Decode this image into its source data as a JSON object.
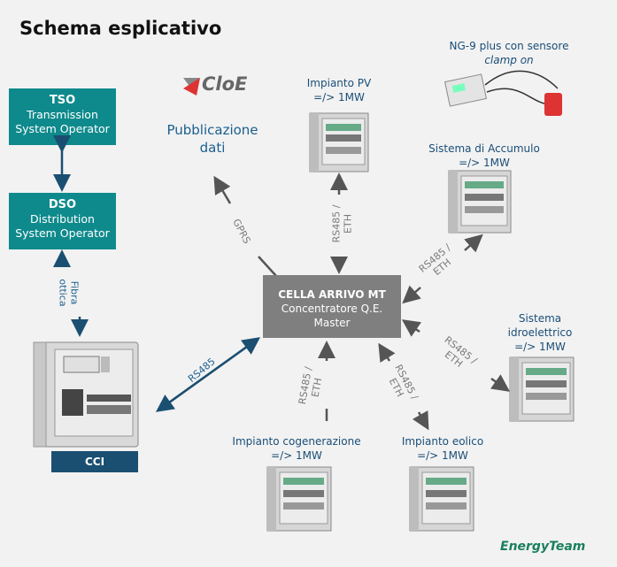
{
  "title": "Schema esplicativo",
  "tso": {
    "abbr": "TSO",
    "line1": "Transmission",
    "line2": "System Operator"
  },
  "dso": {
    "abbr": "DSO",
    "line1": "Distribution",
    "line2": "System Operator"
  },
  "fibra": {
    "line1": "Fibra",
    "line2": "ottica"
  },
  "cci": "CCI",
  "cloe": {
    "logo_text": "CloE",
    "line1": "Pubblicazione",
    "line2": "dati"
  },
  "center": {
    "line1": "CELLA ARRIVO MT",
    "line2": "Concentratore Q.E.",
    "line3": "Master"
  },
  "nodes": {
    "pv": {
      "line1": "Impianto PV",
      "line2": "=/> 1MW"
    },
    "ng9": {
      "line1": "NG-9 plus con sensore",
      "line2": "clamp on"
    },
    "accumulo": {
      "line1": "Sistema di Accumulo",
      "line2": "=/> 1MW"
    },
    "idro": {
      "line1": "Sistema",
      "line2": "idroelettrico",
      "line3": "=/> 1MW"
    },
    "cogen": {
      "line1": "Impianto cogenerazione",
      "line2": "=/> 1MW"
    },
    "eolico": {
      "line1": "Impianto eolico",
      "line2": "=/> 1MW"
    }
  },
  "links": {
    "gprs": "GPRS",
    "rs485": "RS485",
    "rs485_eth_1": "RS485 /",
    "rs485_eth_2": "ETH"
  },
  "footer_logo": "EnergyTeam",
  "colors": {
    "teal": "#0f8a8c",
    "navy": "#1b4f72",
    "gray_box": "#7f7f7f",
    "blue_text": "#1a5f8f"
  }
}
